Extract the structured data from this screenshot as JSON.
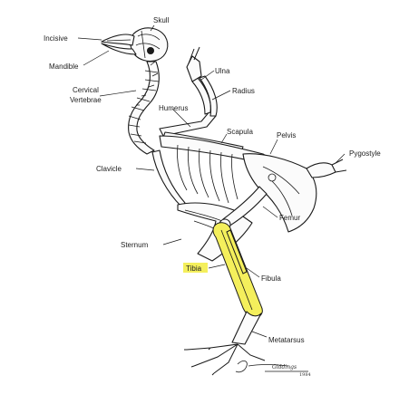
{
  "labels": {
    "incisive": "Incisive",
    "skull": "Skull",
    "mandible": "Mandible",
    "ulna": "Ulna",
    "radius": "Radius",
    "cervical": "Cervical",
    "vertebrae": "Vertebrae",
    "humerus": "Humerus",
    "scapula": "Scapula",
    "pelvis": "Pelvis",
    "pygostyle": "Pygostyle",
    "clavicle": "Clavicle",
    "femur": "Femur",
    "sternum": "Sternum",
    "tibia": "Tibia",
    "fibula": "Fibula",
    "metatarsus": "Metatarsus"
  },
  "highlight_color": "#f4ef5c",
  "signature": "B. Giddings 1984"
}
